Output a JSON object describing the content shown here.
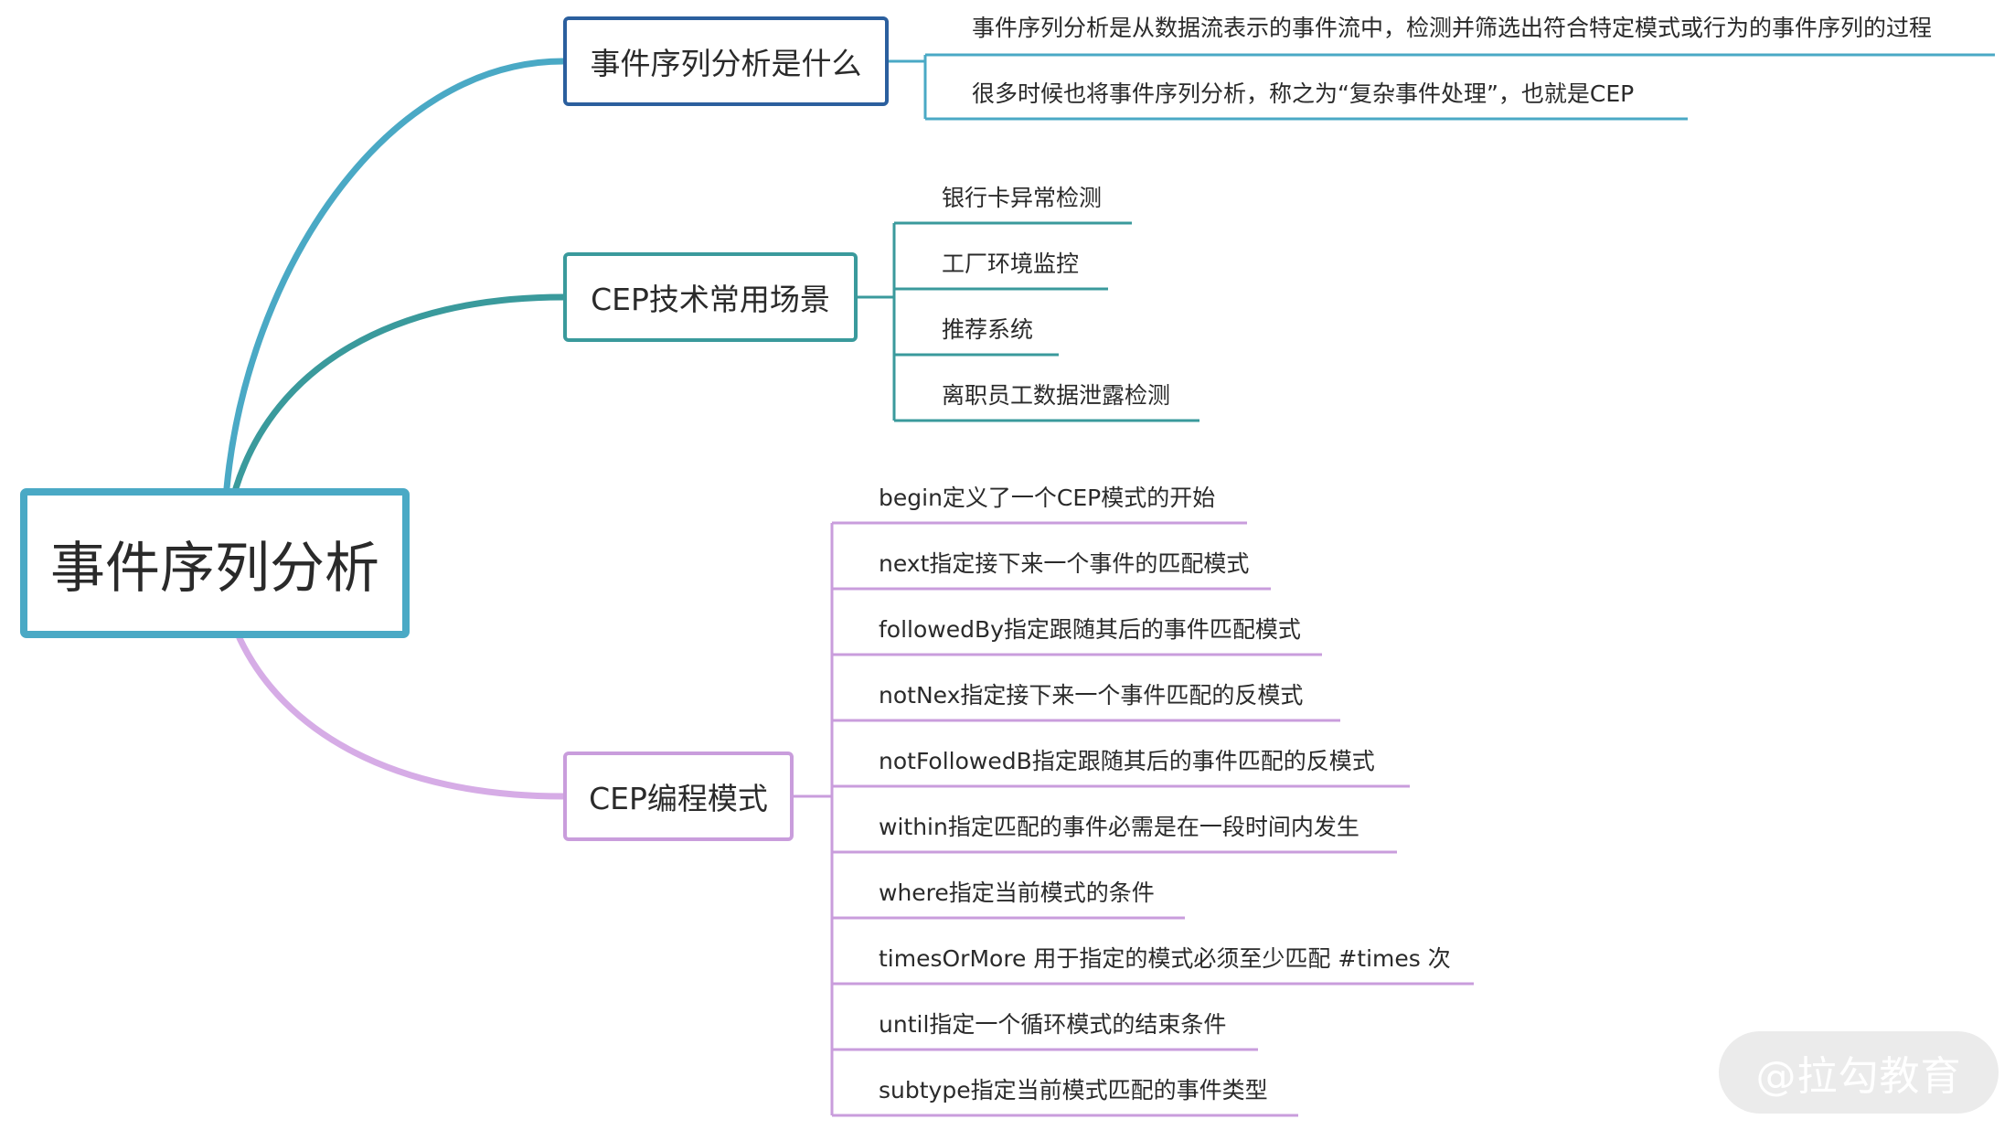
{
  "root": {
    "label": "事件序列分析",
    "color": "#4aa9c5"
  },
  "branches": [
    {
      "label": "事件序列分析是什么",
      "border_color": "#2b5f9e",
      "edge_color": "#4aa9c5",
      "leaf_line_color": "#4aa9c5",
      "leaves": [
        "事件序列分析是从数据流表示的事件流中，检测并筛选出符合特定模式或行为的事件序列的过程",
        "很多时候也将事件序列分析，称之为“复杂事件处理”，也就是CEP"
      ]
    },
    {
      "label": "CEP技术常用场景",
      "border_color": "#3a9a9c",
      "edge_color": "#3a9a9c",
      "leaf_line_color": "#3a9a9c",
      "leaves": [
        "银行卡异常检测",
        "工厂环境监控",
        "推荐系统",
        "离职员工数据泄露检测"
      ]
    },
    {
      "label": "CEP编程模式",
      "border_color": "#c99ddc",
      "edge_color": "#d6ace6",
      "leaf_line_color": "#c99ddc",
      "leaves": [
        "begin定义了一个CEP模式的开始",
        "next指定接下来一个事件的匹配模式",
        "followedBy指定跟随其后的事件匹配模式",
        "notNex指定接下来一个事件匹配的反模式",
        "notFollowedB指定跟随其后的事件匹配的反模式",
        "within指定匹配的事件必需是在一段时间内发生",
        "where指定当前模式的条件",
        "timesOrMore 用于指定的模式必须至少匹配 #times 次",
        "until指定一个循环模式的结束条件",
        "subtype指定当前模式匹配的事件类型"
      ]
    }
  ],
  "watermark": "@拉勾教育"
}
